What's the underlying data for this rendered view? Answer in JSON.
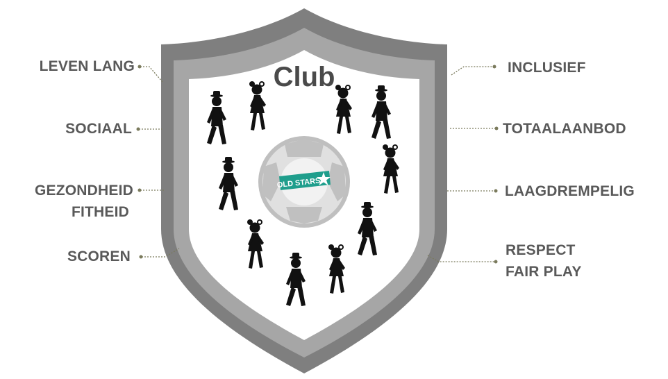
{
  "shield": {
    "title": "Club"
  },
  "badge": {
    "text": "OLD STARS"
  },
  "left_labels": [
    {
      "id": "leven-lang",
      "text": "LEVEN LANG"
    },
    {
      "id": "sociaal",
      "text": "SOCIAAL"
    },
    {
      "id": "gezondheid",
      "text": "GEZONDHEID"
    },
    {
      "id": "fitheid",
      "text": "FITHEID"
    },
    {
      "id": "scoren",
      "text": "SCOREN"
    }
  ],
  "right_labels": [
    {
      "id": "inclusief",
      "text": "INCLUSIEF"
    },
    {
      "id": "totaalaanbod",
      "text": "TOTAALAANBOD"
    },
    {
      "id": "laagdrempelig",
      "text": "LAAGDREMPELIG"
    },
    {
      "id": "respect",
      "text": "RESPECT"
    },
    {
      "id": "fair-play",
      "text": "FAIR PLAY"
    }
  ],
  "colors": {
    "shield_outer": "#7f7f7f",
    "shield_middle": "#a6a6a6",
    "shield_inner": "#ffffff",
    "label_text": "#595959",
    "connector": "#7a7a5c",
    "badge_green": "#1f9e8c",
    "figure": "#111111"
  },
  "icons": [
    "walking-man-icon",
    "walking-woman-icon",
    "football-icon",
    "star-icon"
  ]
}
